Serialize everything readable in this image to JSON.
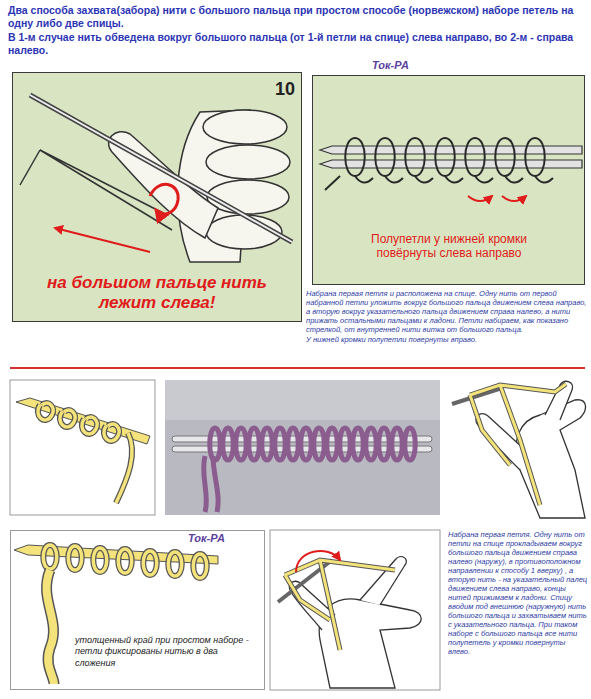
{
  "diagram": {
    "title": "Два способа захвата(забора) нити с большого пальца при простом способе (норвежском) наборе петель на одну либо две спицы.",
    "nodes": [
      {
        "text": [
          "10",
          "на большом пальце нить лежит слева!"
        ]
      },
      {
        "text": [
          "Полупетли у нижней кромки повёрнуты слева направо"
        ]
      },
      {
        "text": [
          "утолщенный край при простом наборе - петли фиксированы нитью в два сложения"
        ]
      }
    ],
    "labels": [
      "В 1-м случае нить обведена вокруг большого пальца (от 1-й петли на спице) слева направо, во 2-м - справа налево.",
      "Ток-РА",
      "Набрана первая петля и расположена на спице. Одну нить от первой набранной петли уложить вокруг большого пальца движением слева направо, а вторую вокруг указательного пальца движением справа налево, а нити прижать остальными пальцами к ладони. Петли набираем, как показано стрелкой, от внутренней нити витка от большого пальца.",
      "У нижней кромки полупетли повернуты вправо.",
      "Ток-РА",
      "Набрана первая петля. Одну нить от петли на спице прокладываем вокруг большого пальца движением справа налево (наружу), в противоположном направлении к способу 1 вверху) , а вторую нить - на указательный палец движением слева направо, концы нитей прижимаем к ладони. Спицу вводим под внешнюю (наружную) нить большого пальца и захватываем нить с указательного пальца. При таком наборе с большого пальца все нити полупетель у кромки повернуты влево."
    ]
  }
}
